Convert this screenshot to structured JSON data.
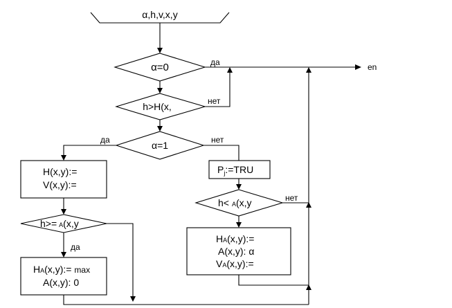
{
  "flowchart": {
    "input": {
      "label": "α,h,v,x,y"
    },
    "decision_alpha0": {
      "label": "α=0",
      "yes": "да"
    },
    "end": {
      "label": "en"
    },
    "decision_h_gt_H": {
      "label": "h>H(x,",
      "no": "нет"
    },
    "decision_alpha1": {
      "label": "α=1",
      "yes": "да",
      "no": "нет"
    },
    "process_H_V": {
      "line1": "H(x,y):=",
      "line2": "V(x,y):="
    },
    "process_P": {
      "prefix": "P",
      "sub": "j",
      "suffix": ":=TRU"
    },
    "decision_h_lt_A": {
      "prefix": "h<",
      "small": "A",
      "suffix": "(x,y",
      "no": "нет"
    },
    "decision_h_ge_A": {
      "prefix": "h>=",
      "small": "A",
      "suffix": "(x,y",
      "yes": "да"
    },
    "process_HA_A_VA": {
      "line1_prefix": "H",
      "line1_small": "A",
      "line1_suffix": "(x,y):=",
      "line2": "A(x,y): α",
      "line3_prefix": "V",
      "line3_small": "A",
      "line3_suffix": "(x,y):="
    },
    "process_HA_max": {
      "line1_prefix": "H",
      "line1_small": "A",
      "line1_suffix": "(x,y):=",
      "line1_extra": "max",
      "line2": "A(x,y): 0"
    }
  }
}
